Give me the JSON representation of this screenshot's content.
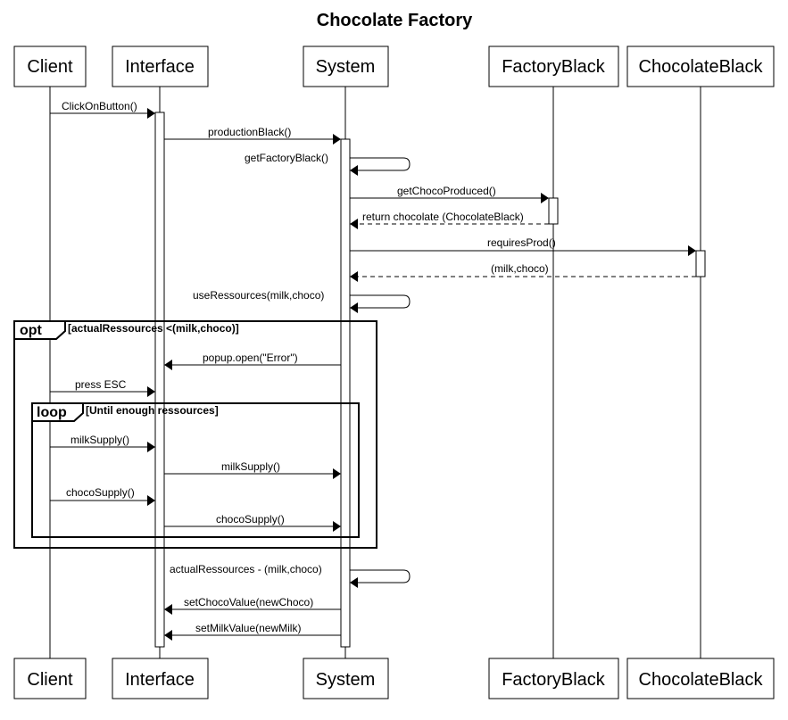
{
  "title": "Chocolate Factory",
  "participants": [
    "Client",
    "Interface",
    "System",
    "FactoryBlack",
    "ChocolateBlack"
  ],
  "messages": [
    "ClickOnButton()",
    "productionBlack()",
    "getFactoryBlack()",
    "getChocoProduced()",
    "return chocolate (ChocolateBlack)",
    "requiresProd()",
    "(milk,choco)",
    "useRessources(milk,choco)",
    "popup.open(\"Error\")",
    "press ESC",
    "milkSupply()",
    "milkSupply()",
    "chocoSupply()",
    "chocoSupply()",
    "actualRessources - (milk,choco)",
    "setChocoValue(newChoco)",
    "setMilkValue(newMilk)"
  ],
  "fragments": {
    "opt": {
      "keyword": "opt",
      "guard": "[actualRessources <(milk,choco)]"
    },
    "loop": {
      "keyword": "loop",
      "guard": "[Until enough ressources]"
    }
  }
}
